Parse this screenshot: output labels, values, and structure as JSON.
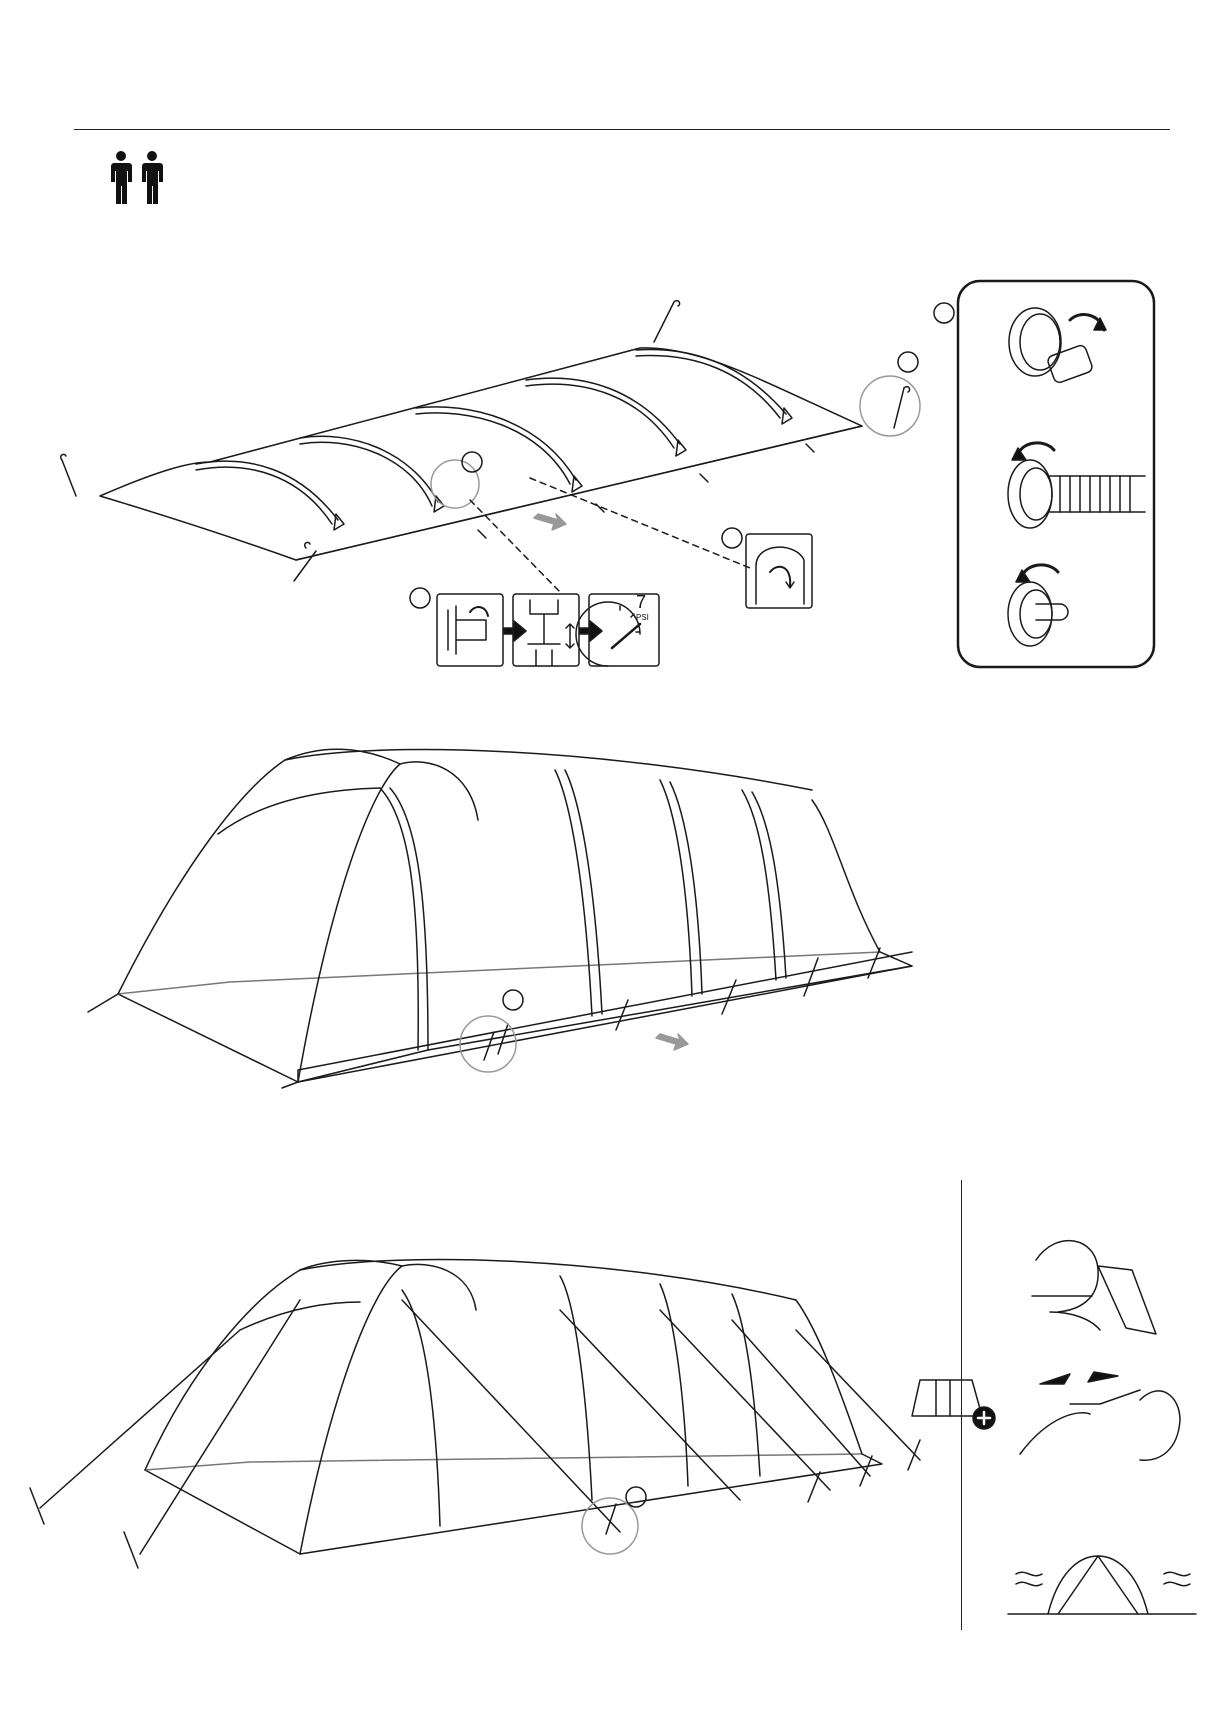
{
  "header": {
    "people_count": 2,
    "people_icon": "two-persons-icon"
  },
  "step_inflate": {
    "gauge": {
      "value": "7",
      "unit": "PSI"
    },
    "valve_sequence": [
      "valve-open-icon",
      "pump-icon",
      "gauge-icon"
    ],
    "callout_icons": [
      "valve-cap-open-icon",
      "pump-hose-attach-icon",
      "valve-cap-close-icon"
    ]
  },
  "step_guylines": {
    "accessory_icons": [
      "buckle-tension-icon",
      "buckle-connect-icon",
      "wind-direction-icon"
    ]
  },
  "colors": {
    "line": "#1a1a1a",
    "arrow_fill": "#999999",
    "background": "#ffffff"
  }
}
